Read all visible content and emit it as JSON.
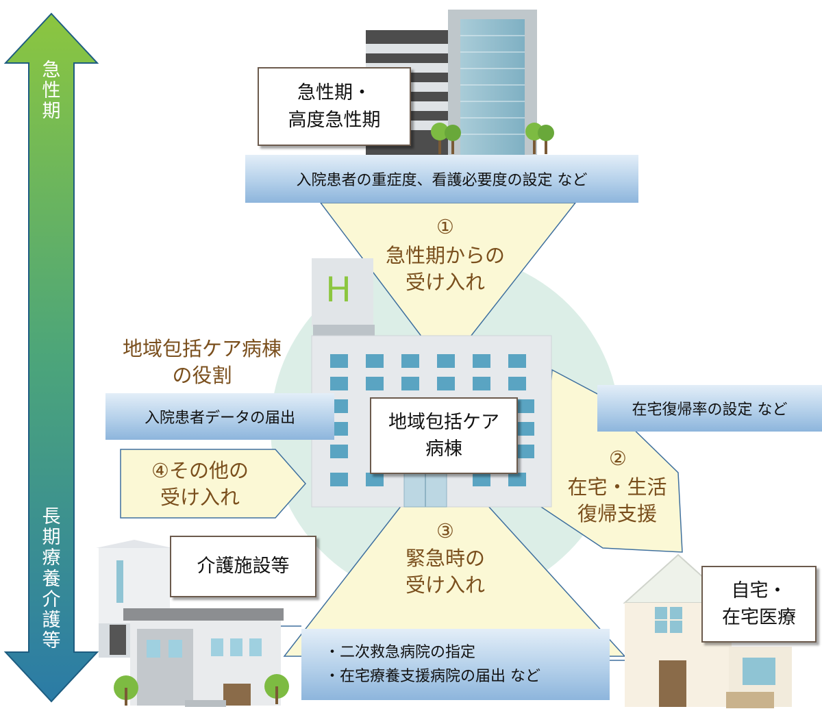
{
  "arrow": {
    "top_label": "急\n性\n期",
    "bottom_label": "長\n期\n療\n養\n介\n護\n等"
  },
  "acute_box": "急性期・\n高度急性期",
  "acute_bar": "入院患者の重症度、看護必要度の設定 など",
  "flow1": {
    "num": "①",
    "text": "急性期からの\n受け入れ"
  },
  "flow2": {
    "num": "②",
    "text": "在宅・生活\n復帰支援"
  },
  "flow3": {
    "num": "③",
    "text": "緊急時の\n受け入れ"
  },
  "flow4": {
    "text": "④その他の\n受け入れ"
  },
  "role_title": "地域包括ケア病棟\nの役割",
  "patient_data_bar": "入院患者データの届出",
  "home_rate_bar": "在宅復帰率の設定 など",
  "center_box": "地域包括ケア\n病棟",
  "care_facility_box": "介護施設等",
  "home_box": "自宅・\n在宅医療",
  "bottom_bar": "・二次救急病院の指定\n・在宅療養支援病院の届出 など",
  "hospital_sign": "H",
  "colors": {
    "arrow_top": "#8cc63f",
    "arrow_bottom": "#2b7ba6",
    "flow_fill": "#fbf8d5",
    "brown_text": "#7a4f1d",
    "bar_blue": "#a9c9e7",
    "circle": "#dceee7"
  }
}
